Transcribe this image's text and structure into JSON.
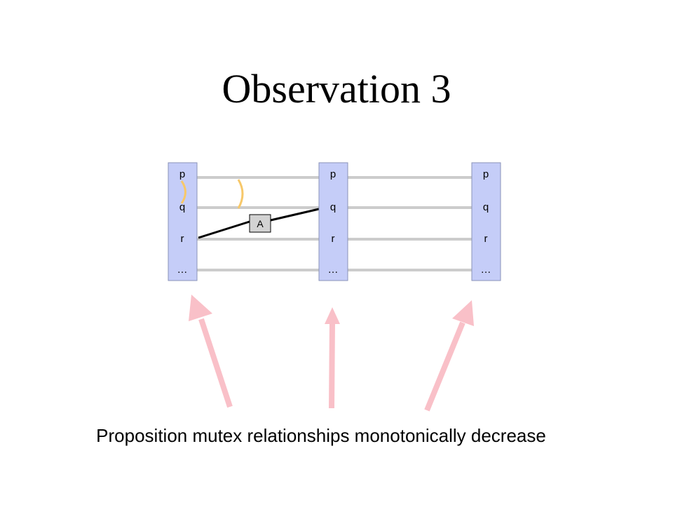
{
  "slide": {
    "title": "Observation 3",
    "caption": "Proposition mutex relationships monotonically decrease"
  },
  "diagram": {
    "levels": [
      {
        "labels": [
          "p",
          "q",
          "r",
          "…"
        ]
      },
      {
        "labels": [
          "p",
          "q",
          "r",
          "…"
        ]
      },
      {
        "labels": [
          "p",
          "q",
          "r",
          "…"
        ]
      }
    ],
    "action": {
      "label": "A"
    }
  },
  "colors": {
    "level_fill": "#c5cdf8",
    "level_stroke": "#8a93b8",
    "persistence_line": "#cccccc",
    "mutex_arc": "#f7c86a",
    "action_fill": "#d3d3d3",
    "action_edge": "#000000",
    "arrow": "#f9c0c8"
  }
}
